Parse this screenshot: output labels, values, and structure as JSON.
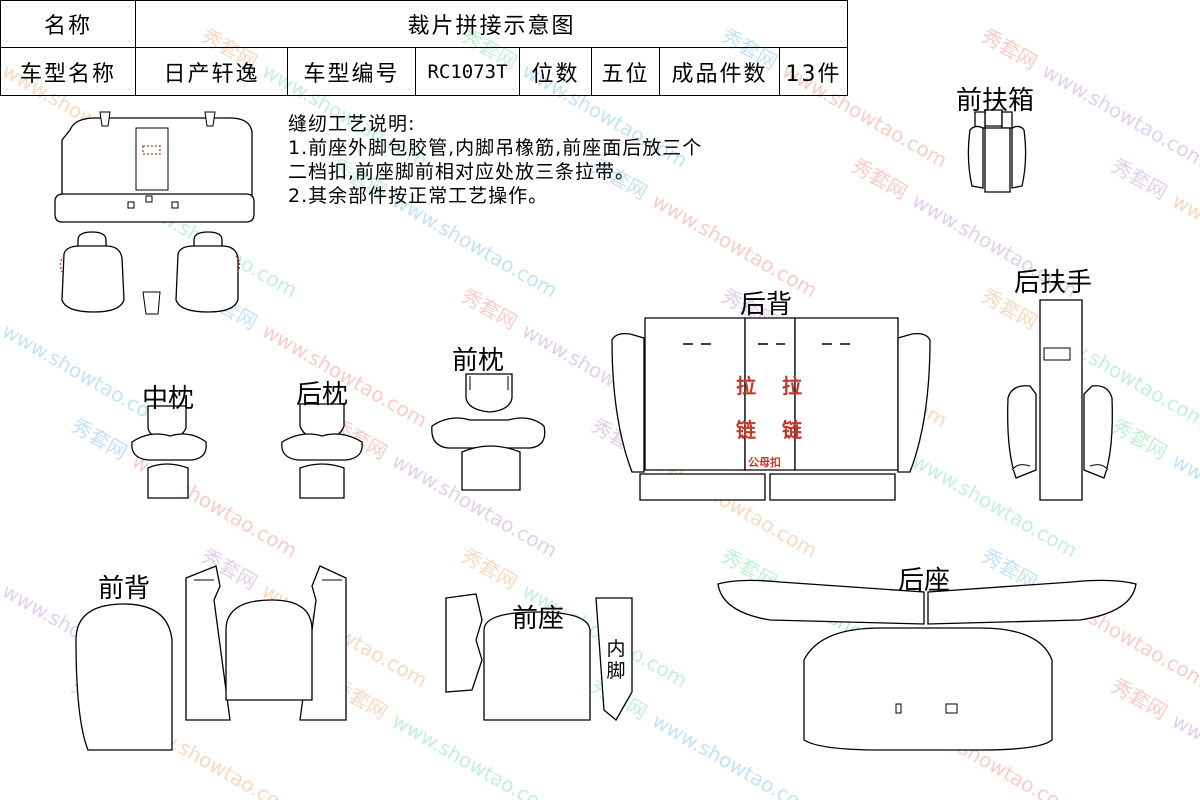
{
  "header": {
    "name_label": "名称",
    "title": "裁片拼接示意图",
    "model_name_label": "车型名称",
    "model_name": "日产轩逸",
    "model_code_label": "车型编号",
    "model_code": "RC1073T",
    "seats_label": "位数",
    "seats": "五位",
    "pieces_label": "成品件数",
    "pieces": "13件"
  },
  "notes": {
    "heading": "缝纫工艺说明:",
    "line1": "1.前座外脚包胶管,内脚吊橡筋,前座面后放三个",
    "line2": "二档扣,前座脚前相对应处放三条拉带。",
    "line3": "2.其余部件按正常工艺操作。"
  },
  "labels": {
    "front_armrest_box": "前扶箱",
    "rear_armrest": "后扶手",
    "rear_back": "后背",
    "front_pillow": "前枕",
    "middle_pillow": "中枕",
    "rear_pillow": "后枕",
    "front_back": "前背",
    "front_seat": "前座",
    "inner_leg": "内\n脚",
    "rear_seat": "后座"
  },
  "rear_back_marks": {
    "zipper_left_1": "拉",
    "zipper_right_1": "拉",
    "zipper_left_2": "链",
    "zipper_right_2": "链",
    "hook": "公母扣"
  },
  "watermark": {
    "cn": "秀套网",
    "url": "www.showtao.com"
  },
  "colors": {
    "line": "#000000",
    "accent_red": "#c0392b"
  }
}
